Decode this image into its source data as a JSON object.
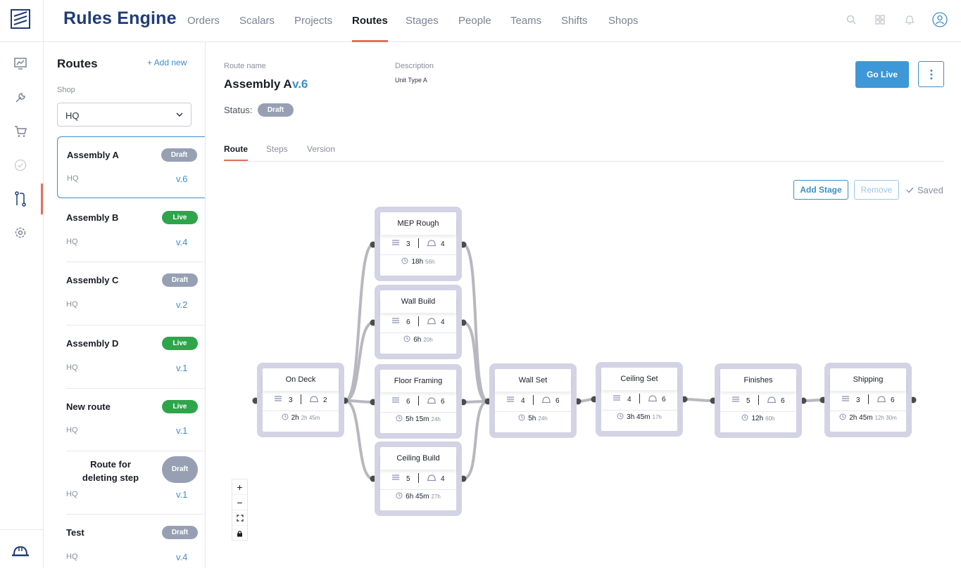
{
  "app": {
    "title": "Rules Engine"
  },
  "nav": {
    "tabs": [
      {
        "label": "Orders"
      },
      {
        "label": "Scalars"
      },
      {
        "label": "Projects"
      },
      {
        "label": "Routes"
      },
      {
        "label": "Stages"
      },
      {
        "label": "People"
      },
      {
        "label": "Teams"
      },
      {
        "label": "Shifts"
      },
      {
        "label": "Shops"
      }
    ],
    "active": "Routes"
  },
  "sidebar_icons": [
    "logo-icon",
    "chart-icon",
    "wrench-icon",
    "cart-icon",
    "check-circle-icon",
    "routes-icon",
    "gear-icon",
    "hardhat-icon"
  ],
  "header_icons": [
    "search-icon",
    "grid-icon",
    "bell-icon",
    "user-icon"
  ],
  "routes_panel": {
    "title": "Routes",
    "add_new": "+ Add new",
    "shop_label": "Shop",
    "shop_value": "HQ",
    "routes": [
      {
        "name": "Assembly A",
        "status": "Draft",
        "shop": "HQ",
        "version": "v.6"
      },
      {
        "name": "Assembly B",
        "status": "Live",
        "shop": "HQ",
        "version": "v.4"
      },
      {
        "name": "Assembly C",
        "status": "Draft",
        "shop": "HQ",
        "version": "v.2"
      },
      {
        "name": "Assembly D",
        "status": "Live",
        "shop": "HQ",
        "version": "v.1"
      },
      {
        "name": "New route",
        "status": "Live",
        "shop": "HQ",
        "version": "v.1"
      },
      {
        "name": "Route for deleting step",
        "status": "Draft",
        "shop": "HQ",
        "version": "v.1"
      },
      {
        "name": "Test",
        "status": "Draft",
        "shop": "HQ",
        "version": "v.4"
      }
    ]
  },
  "detail": {
    "route_name_label": "Route name",
    "route_name": "Assembly A",
    "route_version": "v.6",
    "description_label": "Description",
    "description": "Unit Type A",
    "status_label": "Status:",
    "status": "Draft",
    "go_live": "Go Live",
    "tabs": [
      {
        "label": "Route"
      },
      {
        "label": "Steps"
      },
      {
        "label": "Version"
      }
    ],
    "active_tab": "Route",
    "add_stage": "Add Stage",
    "remove": "Remove",
    "saved": "Saved"
  },
  "stages": [
    {
      "name": "MEP Rough",
      "steps": "3",
      "people": "4",
      "time": "18h",
      "time2": "56h"
    },
    {
      "name": "Wall Build",
      "steps": "6",
      "people": "4",
      "time": "6h",
      "time2": "20h"
    },
    {
      "name": "On Deck",
      "steps": "3",
      "people": "2",
      "time": "2h",
      "time2": "2h 45m"
    },
    {
      "name": "Floor Framing",
      "steps": "6",
      "people": "6",
      "time": "5h 15m",
      "time2": "24h"
    },
    {
      "name": "Ceiling Build",
      "steps": "5",
      "people": "4",
      "time": "6h 45m",
      "time2": "27h"
    },
    {
      "name": "Wall Set",
      "steps": "4",
      "people": "6",
      "time": "5h",
      "time2": "24h"
    },
    {
      "name": "Ceiling Set",
      "steps": "4",
      "people": "6",
      "time": "3h 45m",
      "time2": "17h"
    },
    {
      "name": "Finishes",
      "steps": "5",
      "people": "6",
      "time": "12h",
      "time2": "60h"
    },
    {
      "name": "Shipping",
      "steps": "3",
      "people": "6",
      "time": "2h 45m",
      "time2": "12h 30m"
    }
  ],
  "zoom_controls": {
    "zoom_in": "+",
    "zoom_out": "−"
  },
  "colors": {
    "brand": "#1f3b7a",
    "accent": "#e07060",
    "link": "#3e8ec9",
    "live": "#2ea54a",
    "draft": "#97a0b3",
    "stage_bg": "#d3d3e5"
  }
}
